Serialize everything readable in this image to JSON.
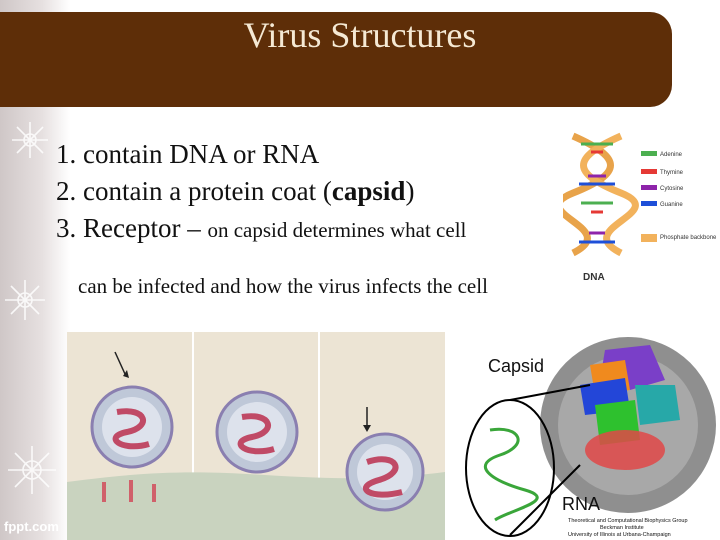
{
  "slide": {
    "title": "Virus Structures",
    "bullets": {
      "b1": "1. contain DNA or RNA",
      "b2_pre": "2. contain a protein coat (",
      "b2_bold": "capsid",
      "b2_post": ")",
      "b3_pre": "3. Receptor – ",
      "b3_small": "on capsid determines what cell",
      "b3_line2": "can be infected and how the virus infects the cell"
    },
    "footer": "fppt.com"
  },
  "dna_figure": {
    "label": "DNA",
    "legend": [
      "Adenine",
      "Thymine",
      "Cytosine",
      "Guanine",
      "Phosphate backbone"
    ],
    "legend_colors": [
      "#4caf50",
      "#e53935",
      "#8e24aa",
      "#1e4fd8",
      "#f2b25c"
    ]
  },
  "capsid_figure": {
    "capsid_label": "Capsid",
    "rna_label": "RNA",
    "credit": [
      "Theoretical and Computational Biophysics Group",
      "Beckman Institute",
      "University of Illinois at Urbana-Champaign"
    ]
  },
  "colors": {
    "title_bar": "#5e2e08",
    "title_text": "#f5e9d4"
  }
}
